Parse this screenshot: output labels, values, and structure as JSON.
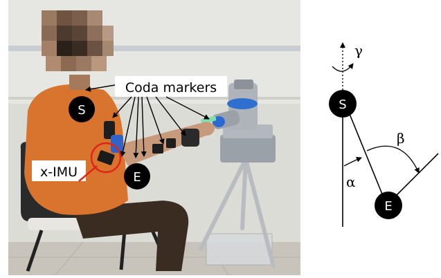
{
  "photo": {
    "callouts": {
      "coda_markers": "Coda markers",
      "ximu": "x-IMU"
    },
    "joint_labels": {
      "shoulder": "S",
      "elbow": "E"
    }
  },
  "schematic": {
    "shoulder": "S",
    "elbow": "E",
    "angles": {
      "gamma": "γ",
      "beta": "β",
      "alpha": "α"
    }
  },
  "colors": {
    "ximu_circle": "#e2231a",
    "joint_fill": "#000000",
    "joint_text": "#ffffff",
    "shirt": "#d9742e",
    "robot": "#9aa1a8"
  }
}
